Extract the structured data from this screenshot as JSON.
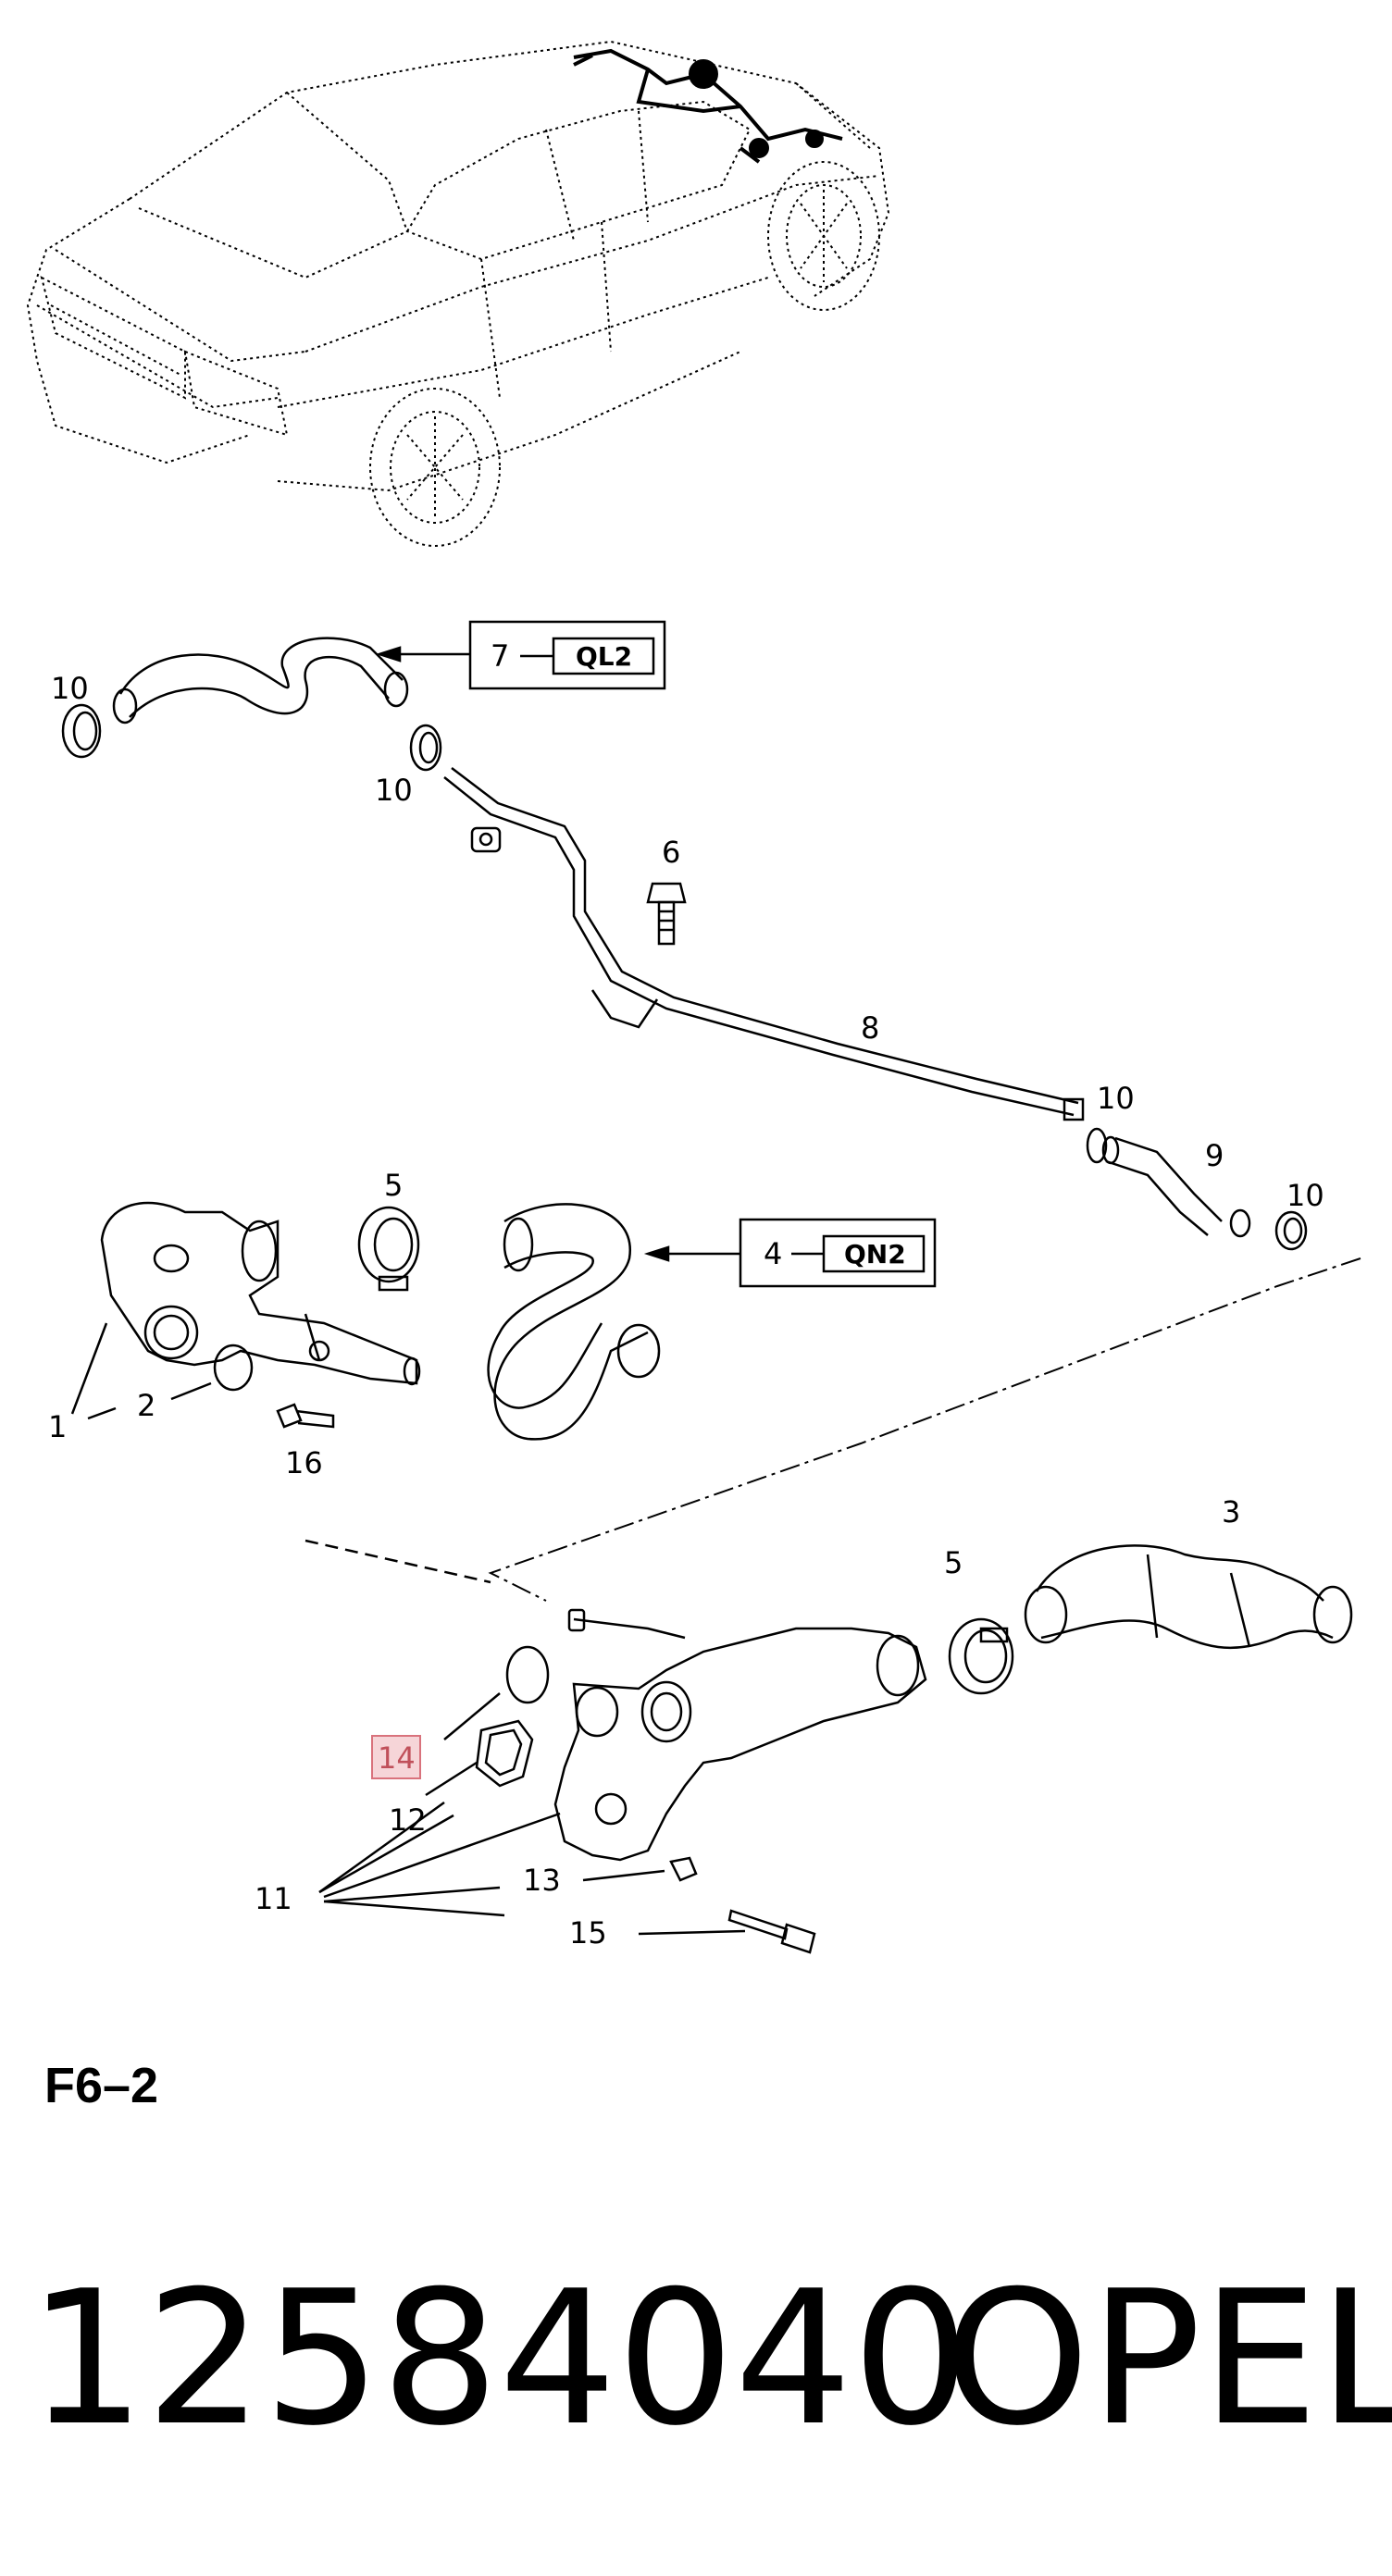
{
  "callouts": {
    "c1": "1",
    "c2": "2",
    "c3": "3",
    "c4": "4",
    "c5a": "5",
    "c5b": "5",
    "c6": "6",
    "c7": "7",
    "c8": "8",
    "c9": "9",
    "c10a": "10",
    "c10b": "10",
    "c10c": "10",
    "c10d": "10",
    "c11": "11",
    "c12": "12",
    "c13": "13",
    "c14": "14",
    "c15": "15",
    "c16": "16"
  },
  "codes": {
    "ql2": "QL2",
    "qn2": "QN2"
  },
  "figure_label": "F6–2",
  "part_number": "12584040",
  "brand": "OPEL",
  "colors": {
    "ink": "#000000",
    "highlight_fill": "#f6d5d8",
    "highlight_stroke": "#d9727c",
    "highlight_text": "#c0505a"
  }
}
